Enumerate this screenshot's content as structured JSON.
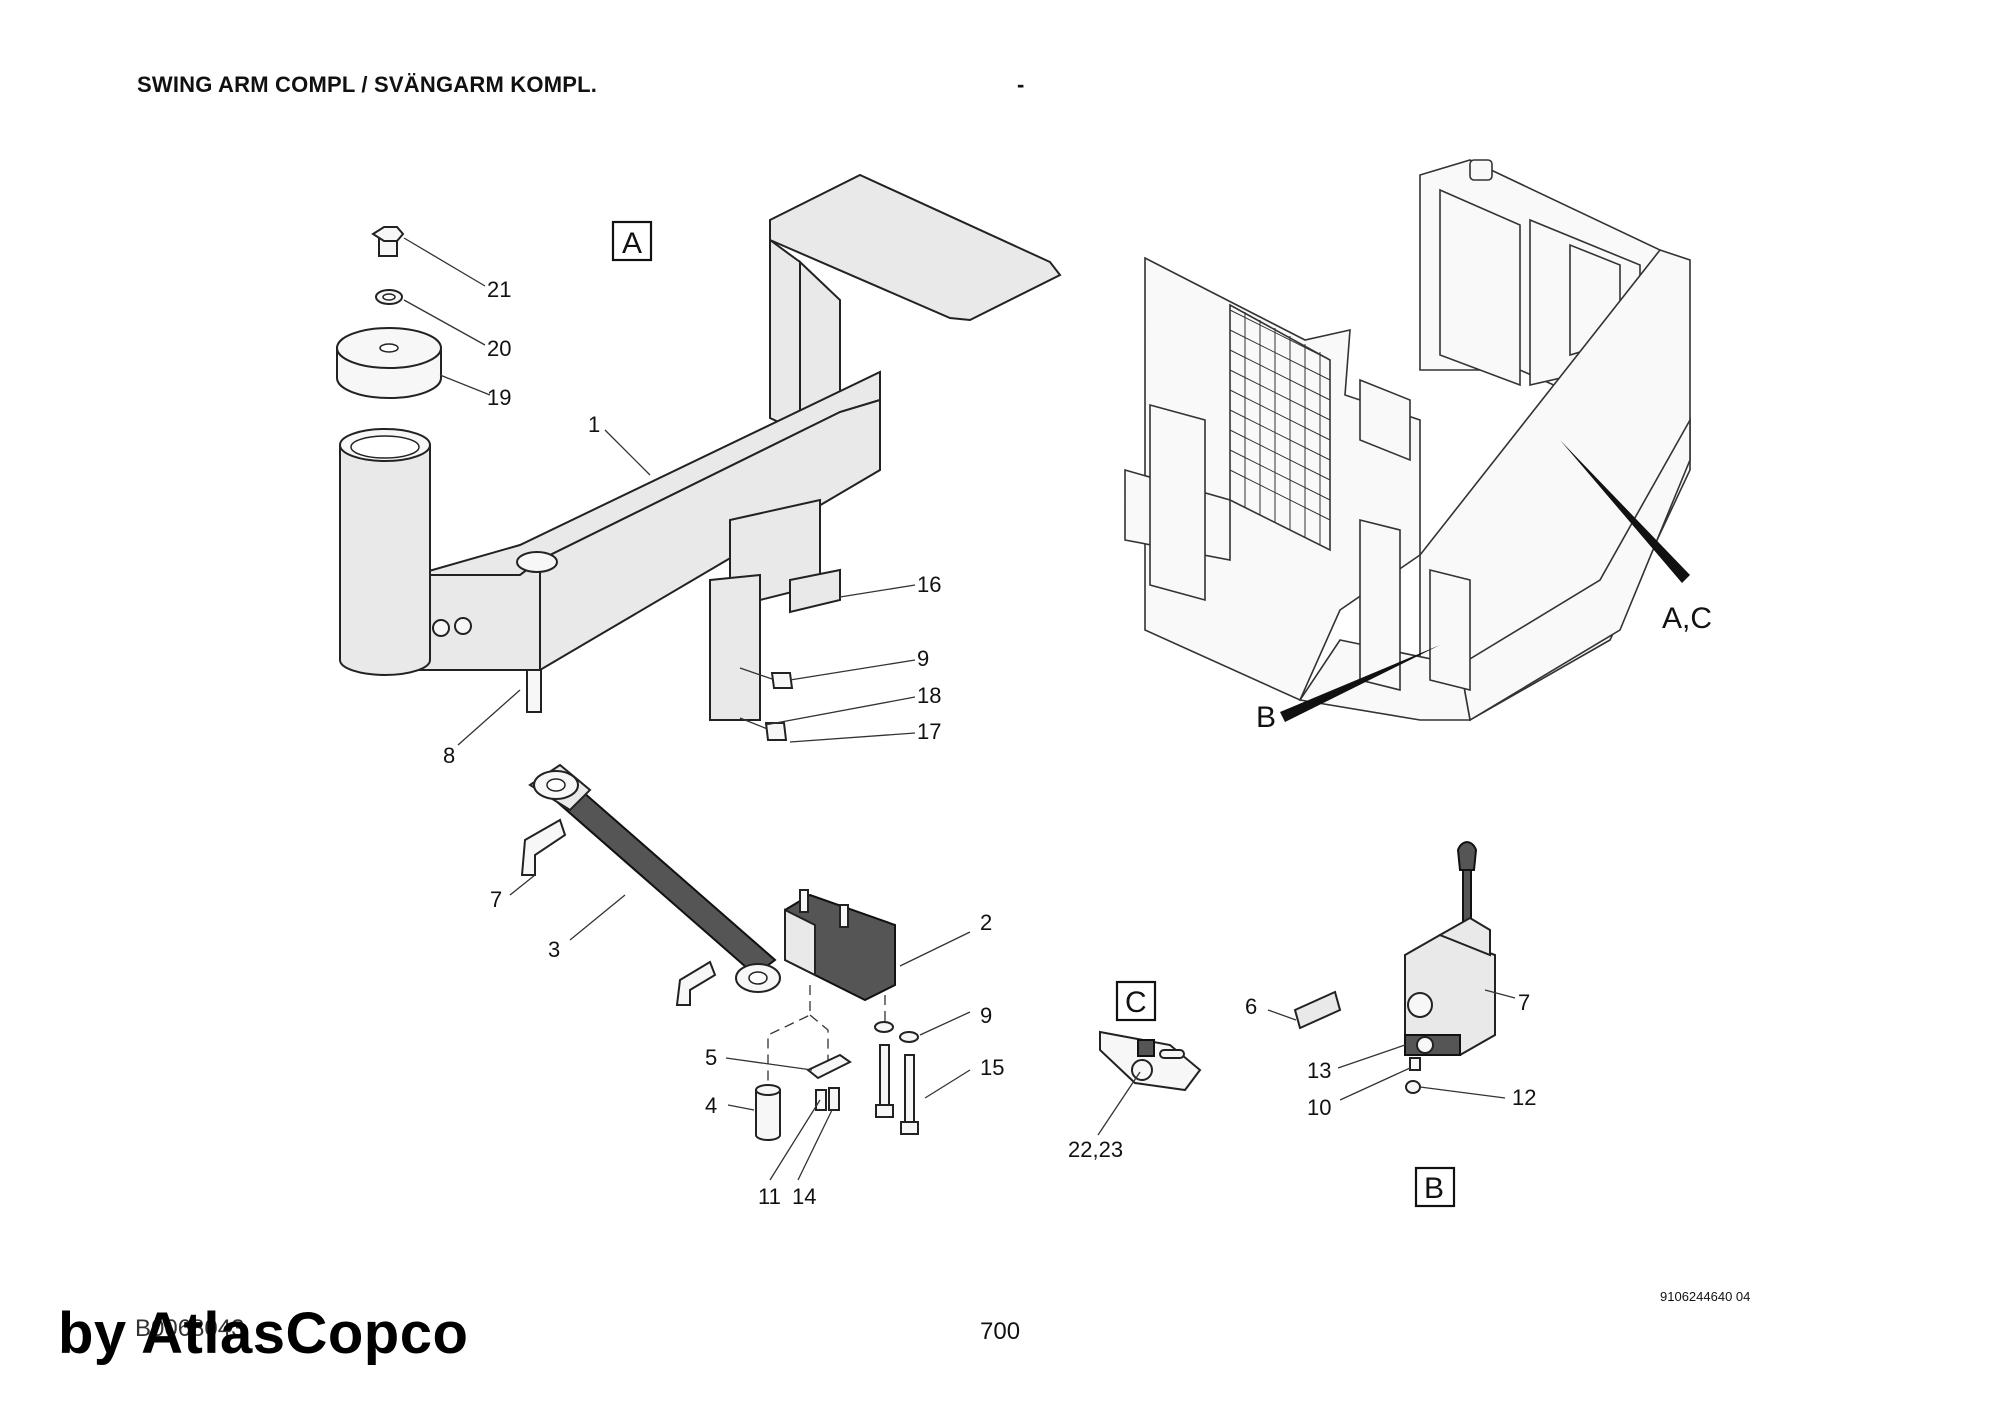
{
  "header": {
    "title": "SWING ARM COMPL / SVÄNGARM KOMPL.",
    "dash": "-"
  },
  "footer": {
    "part_number": "9106244640 04",
    "drawing_number": "B0068043",
    "page_number": "700",
    "watermark": "by AtlasCopco"
  },
  "view_boxes": [
    "A",
    "C",
    "B"
  ],
  "callouts": {
    "c21": "21",
    "c20": "20",
    "c19": "19",
    "c1": "1",
    "c16": "16",
    "c9a": "9",
    "c18": "18",
    "c17": "17",
    "c8": "8",
    "c7a": "7",
    "c3": "3",
    "c2": "2",
    "c9b": "9",
    "c15": "15",
    "c5": "5",
    "c4": "4",
    "c11": "11",
    "c14": "14",
    "c22": "22,23",
    "c6": "6",
    "c7b": "7",
    "c13": "13",
    "c10": "10",
    "c12": "12",
    "ac": "A,C",
    "b": "B"
  }
}
